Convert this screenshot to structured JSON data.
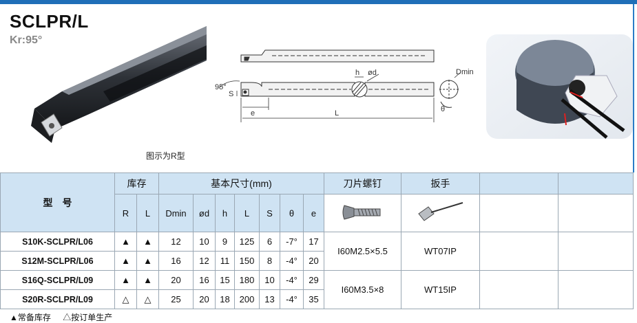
{
  "header": {
    "title": "SCLPR/L",
    "subtitle": "Kr:95°",
    "photo_caption": "图示为R型"
  },
  "drawing_labels": {
    "angle": "95°",
    "s": "S",
    "e": "e",
    "l": "L",
    "h": "h",
    "od": "ød",
    "dmin": "Dmin",
    "theta": "θ"
  },
  "table": {
    "model_header": "型　号",
    "stock_header": "库存",
    "dims_header": "基本尺寸(mm)",
    "screw_header": "刀片螺钉",
    "wrench_header": "扳手",
    "stock_cols": [
      "R",
      "L"
    ],
    "dim_cols": [
      "Dmin",
      "ød",
      "h",
      "L",
      "S",
      "θ",
      "e"
    ],
    "rows": [
      {
        "model": "S10K-SCLPR/L06",
        "r": "▲",
        "l": "▲",
        "dims": [
          "12",
          "10",
          "9",
          "125",
          "6",
          "-7°",
          "17"
        ]
      },
      {
        "model": "S12M-SCLPR/L06",
        "r": "▲",
        "l": "▲",
        "dims": [
          "16",
          "12",
          "11",
          "150",
          "8",
          "-4°",
          "20"
        ]
      },
      {
        "model": "S16Q-SCLPR/L09",
        "r": "▲",
        "l": "▲",
        "dims": [
          "20",
          "16",
          "15",
          "180",
          "10",
          "-4°",
          "29"
        ]
      },
      {
        "model": "S20R-SCLPR/L09",
        "r": "△",
        "l": "△",
        "dims": [
          "25",
          "20",
          "18",
          "200",
          "13",
          "-4°",
          "35"
        ]
      }
    ],
    "screws": [
      "I60M2.5×5.5",
      "I60M3.5×8"
    ],
    "wrenches": [
      "WT07IP",
      "WT15IP"
    ]
  },
  "legend": {
    "stocked": "▲常备库存",
    "order": "△按订单生产"
  },
  "colors": {
    "header_blue": "#1f6fb8",
    "table_header_bg": "#cfe3f3",
    "grid": "#9aa7b3"
  }
}
